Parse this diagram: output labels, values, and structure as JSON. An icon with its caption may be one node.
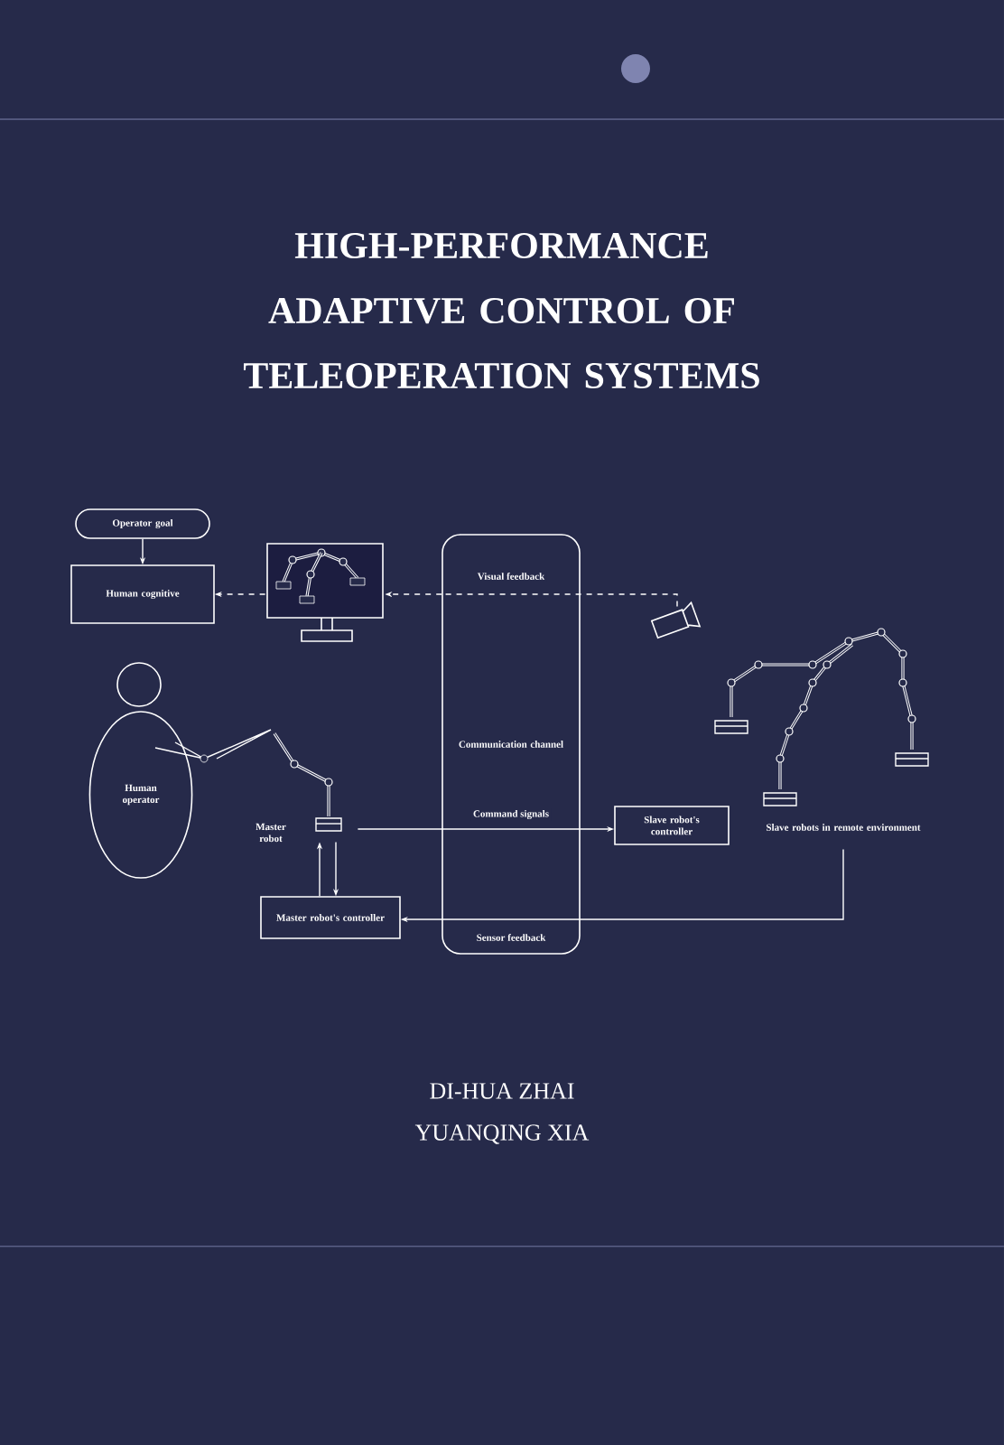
{
  "diagram": {
    "title": "HIGH-PERFORMANCE ADAPTIVE CONTROL OF TELEOPERATION SYSTEMS",
    "nodes": [
      {
        "text": [
          "Operator goal"
        ]
      },
      {
        "text": [
          "Human cognitive"
        ]
      },
      {
        "text": [],
        "shape": "picture"
      },
      {
        "text": [
          "Communication channel"
        ]
      },
      {
        "text": [],
        "shape": "picture"
      },
      {
        "text": [
          "Human operator"
        ]
      },
      {
        "text": [],
        "shape": "picture"
      },
      {
        "text": [
          "Master robot's controller"
        ]
      },
      {
        "text": [
          "Slave robot's controller"
        ]
      },
      {
        "text": [],
        "shape": "picture",
        "beside": [
          "Slave robots in remote environment"
        ]
      }
    ],
    "edges": [
      {
        "from": 0,
        "to": 1,
        "arrow": "to"
      },
      {
        "from": 2,
        "to": 1,
        "arrow": "to",
        "style": "dashed"
      },
      {
        "from": 4,
        "to": 3,
        "arrow": "none",
        "style": "dashed",
        "label": "Visual feedback"
      },
      {
        "from": 3,
        "to": 2,
        "arrow": "to",
        "style": "dashed"
      },
      {
        "from": 6,
        "to": 3,
        "arrow": "none",
        "label": "Command signals"
      },
      {
        "from": 3,
        "to": 8,
        "arrow": "to"
      },
      {
        "from": 9,
        "to": 3,
        "arrow": "none",
        "label": "Sensor feedback"
      },
      {
        "from": 3,
        "to": 7,
        "arrow": "to"
      },
      {
        "from": 7,
        "to": 6,
        "arrow": "to"
      },
      {
        "from": 6,
        "to": 7,
        "arrow": "to"
      }
    ],
    "labels": [
      "Master robot",
      "DI-HUA ZHAI",
      "YUANQING XIA"
    ]
  }
}
